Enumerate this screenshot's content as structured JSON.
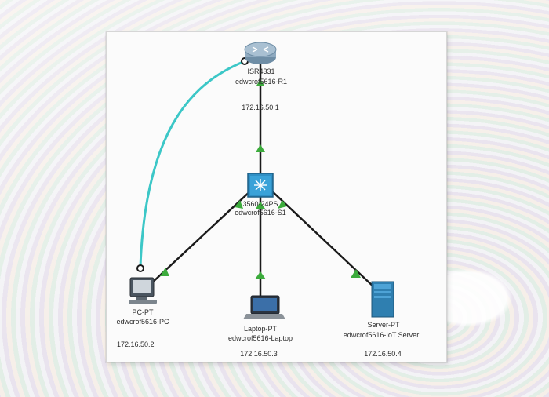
{
  "devices": {
    "router": {
      "model": "ISR4331",
      "name": "edwcrof5616-R1",
      "ip": "172.16.50.1"
    },
    "switch": {
      "model": "3560-24PS",
      "name": "edwcrof5616-S1"
    },
    "pc": {
      "model": "PC-PT",
      "name": "edwcrof5616-PC",
      "ip": "172.16.50.2"
    },
    "laptop": {
      "model": "Laptop-PT",
      "name": "edwcrof5616-Laptop",
      "ip": "172.16.50.3"
    },
    "server": {
      "model": "Server-PT",
      "name": "edwcrof5616-IoT Server",
      "ip": "172.16.50.4"
    }
  },
  "colors": {
    "ethernet_link": "#1a1a1a",
    "console_link": "#3cc7c7",
    "link_up_indicator": "#3cab3c",
    "router_body": "#7d9db4",
    "switch_body": "#2f8fc4",
    "server_body": "#2f7fb0"
  },
  "icons": {
    "router": "router-icon",
    "switch": "multilayer-switch-icon",
    "pc": "desktop-pc-icon",
    "laptop": "laptop-icon",
    "server": "server-icon"
  }
}
